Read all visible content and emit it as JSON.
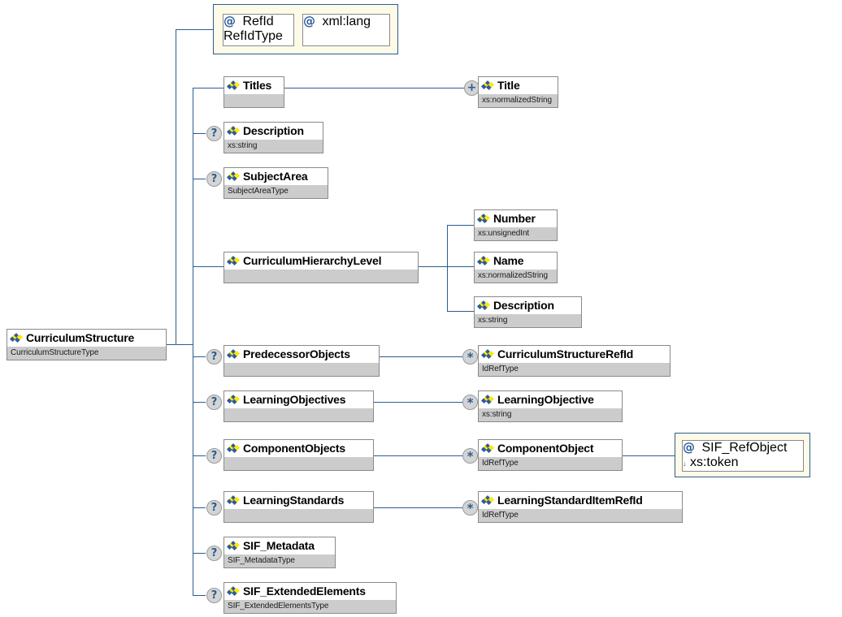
{
  "diagram": {
    "title": "CurriculumStructure XML Schema Diagram",
    "type": "xsd-element-tree",
    "colors": {
      "line": "#2c5d8f",
      "node_border": "#8a8a8a",
      "type_row_bg": "#cccccc",
      "attribute_container_bg": "#fdfbe8",
      "attribute_container_border": "#2c5d8f",
      "marker_bg": "#d4d4d4",
      "icon_blue": "#2d5b9e",
      "icon_yellow": "#ffe800"
    },
    "icons": {
      "element": "element-sparkle-icon",
      "attribute": "at-sign-icon",
      "optional": "question-mark-marker",
      "repeat": "asterisk-marker",
      "sequence": "plus-marker"
    }
  },
  "root": {
    "name": "CurriculumStructure",
    "type": "CurriculumStructureType",
    "icon": "element"
  },
  "attribute_group": {
    "attributes": [
      {
        "name": "RefId",
        "type": "RefIdType",
        "icon": "attribute"
      },
      {
        "name": "xml:lang",
        "type": "",
        "icon": "attribute"
      }
    ]
  },
  "children": [
    {
      "name": "Titles",
      "type": "",
      "icon": "element",
      "occurrence": "",
      "child_marker": "plus",
      "children": [
        {
          "name": "Title",
          "type": "xs:normalizedString",
          "icon": "element"
        }
      ]
    },
    {
      "name": "Description",
      "type": "xs:string",
      "icon": "element",
      "occurrence": "optional",
      "children": []
    },
    {
      "name": "SubjectArea",
      "type": "SubjectAreaType",
      "icon": "element",
      "occurrence": "optional",
      "children": []
    },
    {
      "name": "CurriculumHierarchyLevel",
      "type": "",
      "icon": "element",
      "occurrence": "",
      "children": [
        {
          "name": "Number",
          "type": "xs:unsignedInt",
          "icon": "element"
        },
        {
          "name": "Name",
          "type": "xs:normalizedString",
          "icon": "element"
        },
        {
          "name": "Description",
          "type": "xs:string",
          "icon": "element"
        }
      ]
    },
    {
      "name": "PredecessorObjects",
      "type": "",
      "icon": "element",
      "occurrence": "optional",
      "child_marker": "star",
      "children": [
        {
          "name": "CurriculumStructureRefId",
          "type": "IdRefType",
          "icon": "element"
        }
      ]
    },
    {
      "name": "LearningObjectives",
      "type": "",
      "icon": "element",
      "occurrence": "optional",
      "child_marker": "star",
      "children": [
        {
          "name": "LearningObjective",
          "type": "xs:string",
          "icon": "element"
        }
      ]
    },
    {
      "name": "ComponentObjects",
      "type": "",
      "icon": "element",
      "occurrence": "optional",
      "child_marker": "star",
      "children": [
        {
          "name": "ComponentObject",
          "type": "IdRefType",
          "icon": "element",
          "attributes": [
            {
              "name": "SIF_RefObject",
              "type": "xs:token",
              "type_prefix": "↓",
              "icon": "attribute"
            }
          ]
        }
      ]
    },
    {
      "name": "LearningStandards",
      "type": "",
      "icon": "element",
      "occurrence": "optional",
      "child_marker": "star",
      "children": [
        {
          "name": "LearningStandardItemRefId",
          "type": "IdRefType",
          "icon": "element"
        }
      ]
    },
    {
      "name": "SIF_Metadata",
      "type": "SIF_MetadataType",
      "icon": "element",
      "occurrence": "optional",
      "children": []
    },
    {
      "name": "SIF_ExtendedElements",
      "type": "SIF_ExtendedElementsType",
      "icon": "element",
      "occurrence": "optional",
      "children": []
    }
  ],
  "markers": {
    "optional": "?",
    "repeat": "*",
    "sequence": "+"
  }
}
